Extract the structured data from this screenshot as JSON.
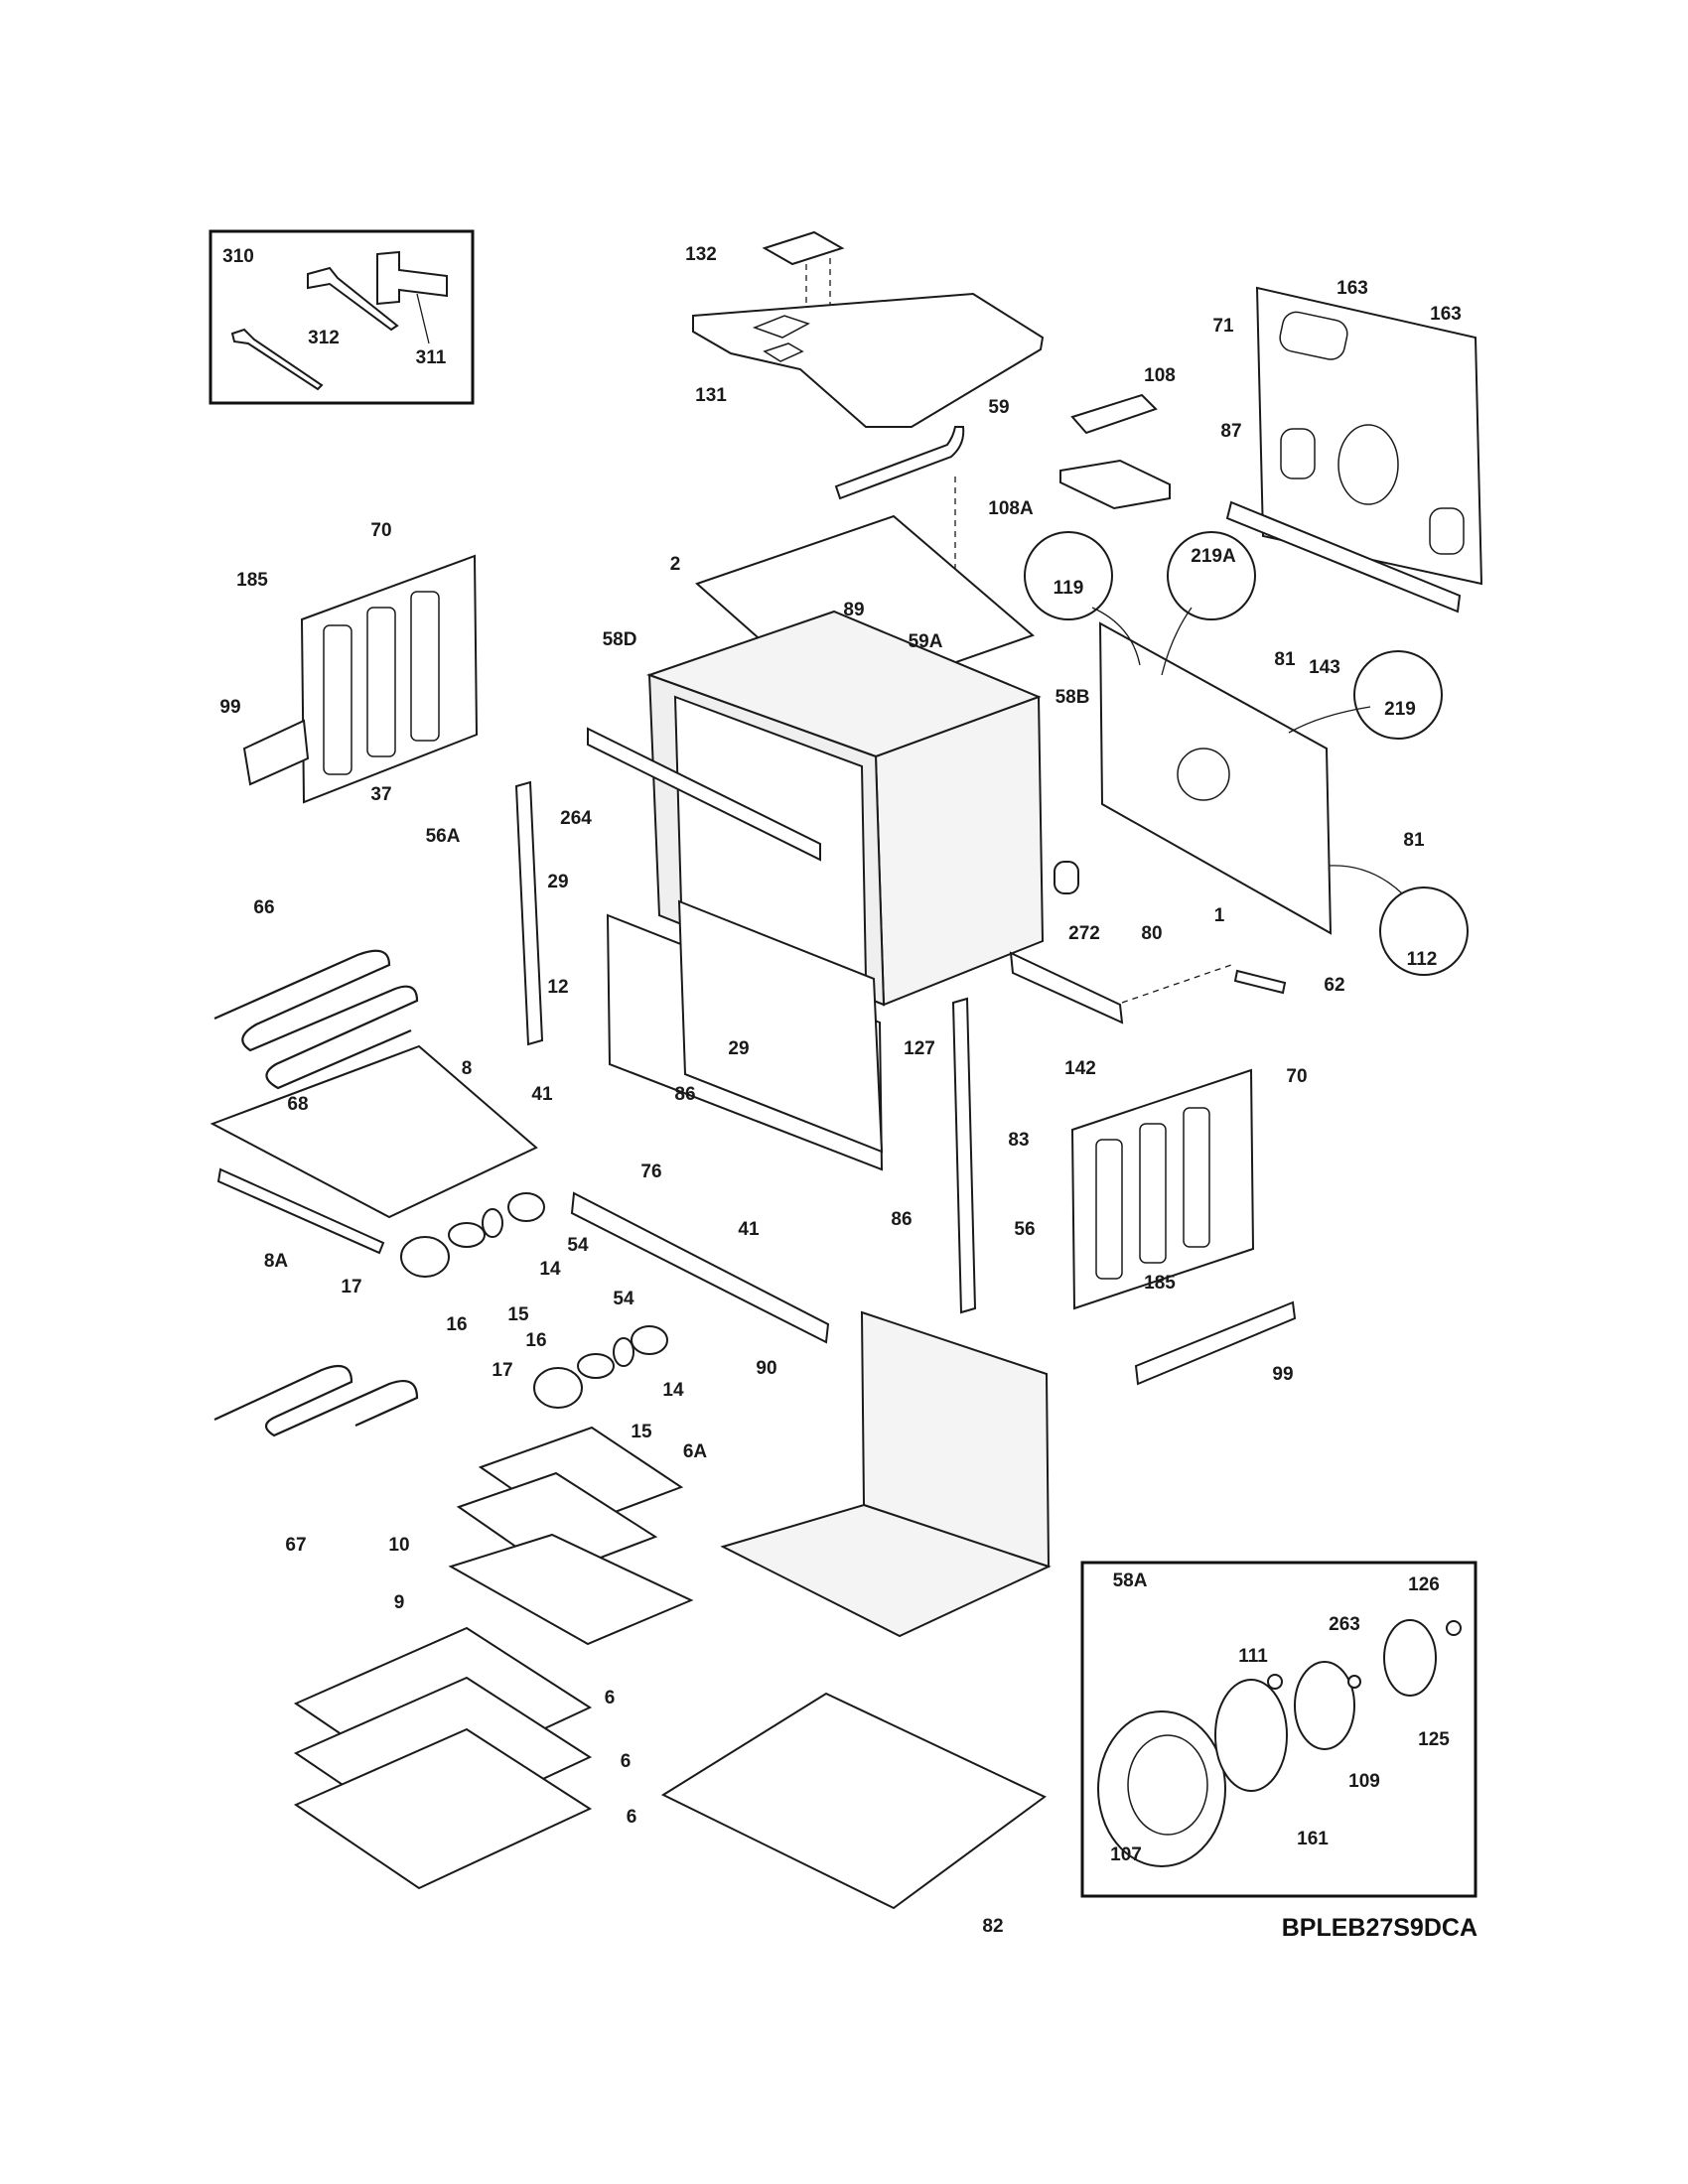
{
  "diagram": {
    "code": "BPLEB27S9DCA",
    "labels": {
      "l310": "310",
      "l312": "312",
      "l311": "311",
      "l132": "132",
      "l131": "131",
      "l59": "59",
      "l108": "108",
      "l108A": "108A",
      "l163a": "163",
      "l163b": "163",
      "l71": "71",
      "l87": "87",
      "l70a": "70",
      "l185a": "185",
      "l99a": "99",
      "l2": "2",
      "l89": "89",
      "l59A": "59A",
      "l58D": "58D",
      "l58B": "58B",
      "l119": "119",
      "l219A": "219A",
      "l219": "219",
      "l81a": "81",
      "l143": "143",
      "l81b": "81",
      "l264": "264",
      "l37": "37",
      "l56A": "56A",
      "l29a": "29",
      "l12": "12",
      "l66": "66",
      "l272": "272",
      "l80": "80",
      "l1": "1",
      "l112": "112",
      "l62": "62",
      "l68": "68",
      "l8": "8",
      "l41a": "41",
      "l86a": "86",
      "l29b": "29",
      "l127": "127",
      "l142": "142",
      "l70b": "70",
      "l83": "83",
      "l76": "76",
      "l8A": "8A",
      "l54a": "54",
      "l14a": "14",
      "l15a": "15",
      "l16a": "16",
      "l17a": "17",
      "l41b": "41",
      "l86b": "86",
      "l56": "56",
      "l185b": "185",
      "l90": "90",
      "l99b": "99",
      "l54b": "54",
      "l16b": "16",
      "l17b": "17",
      "l14b": "14",
      "l15b": "15",
      "l67": "67",
      "l6A": "6A",
      "l10": "10",
      "l9": "9",
      "l58A": "58A",
      "l126": "126",
      "l263": "263",
      "l111": "111",
      "l125": "125",
      "l109": "109",
      "l107": "107",
      "l161": "161",
      "l6a": "6",
      "l6b": "6",
      "l6c": "6",
      "l82": "82"
    }
  }
}
